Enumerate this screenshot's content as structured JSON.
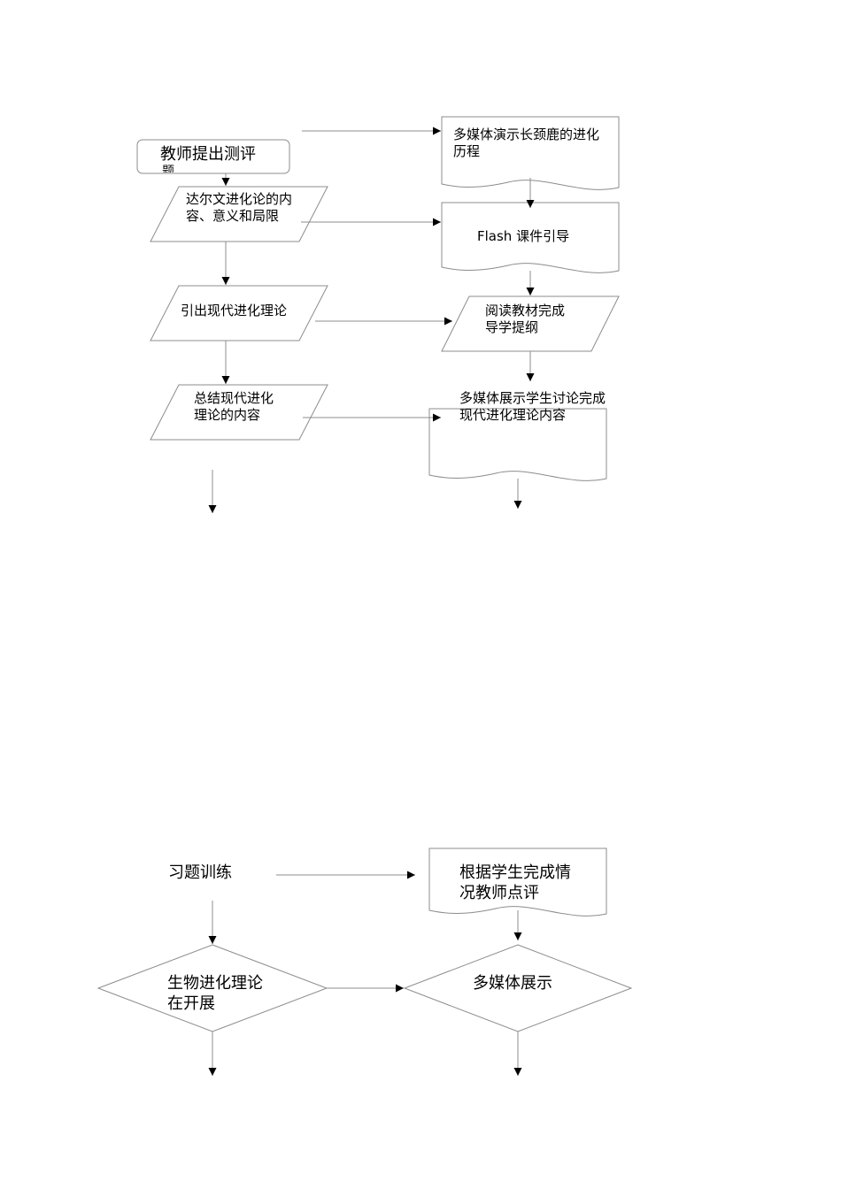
{
  "upper_flow": {
    "teacher_question": {
      "line1": "教师提出测评",
      "line2": "题"
    },
    "darwin_theory": {
      "line1": "达尔文进化论的内",
      "line2": "容、意义和局限"
    },
    "modern_theory_intro": {
      "line1": "引出现代进化理论"
    },
    "summary": {
      "line1": "总结现代进化",
      "line2": "理论的内容"
    },
    "media_demo": {
      "line1": "多媒体演示长颈鹿的进化",
      "line2": "历程"
    },
    "flash_guide": {
      "line1": "Flash 课件引导"
    },
    "reading": {
      "line1": "阅读教材完成",
      "line2": "导学提纲"
    },
    "media_display": {
      "line1": "多媒体展示学生讨论完成",
      "line2": "现代进化理论内容"
    }
  },
  "lower_flow": {
    "exercise": {
      "line1": "习题训练"
    },
    "teacher_comment": {
      "line1": "根据学生完成情",
      "line2": "况教师点评"
    },
    "bio_development": {
      "line1": "生物进化理论",
      "line2": "在开展"
    },
    "media_show": {
      "line1": "多媒体展示"
    }
  },
  "colors": {
    "stroke": "#8c8c8c",
    "arrow": "#000000",
    "text": "#000000",
    "background": "#ffffff"
  }
}
